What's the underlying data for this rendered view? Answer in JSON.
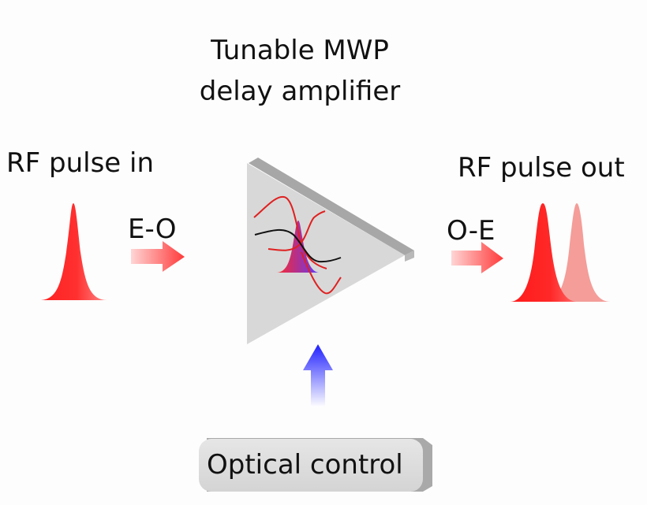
{
  "title": {
    "line1": "Tunable MWP",
    "line2": "delay amplifier"
  },
  "input": {
    "label": "RF pulse in",
    "conversion": "E-O"
  },
  "output": {
    "label": "RF pulse out",
    "conversion": "O-E"
  },
  "control": {
    "label": "Optical control"
  },
  "colors": {
    "pulse": "#ff1a1a",
    "delayed_pulse": "#f39a96",
    "amplifier_body": "#d7d7d7",
    "amplifier_edge": "#9e9e9e",
    "control_arrow": "#2c2cff",
    "response_curve": "#e02020",
    "phase_curve": "#111111"
  }
}
